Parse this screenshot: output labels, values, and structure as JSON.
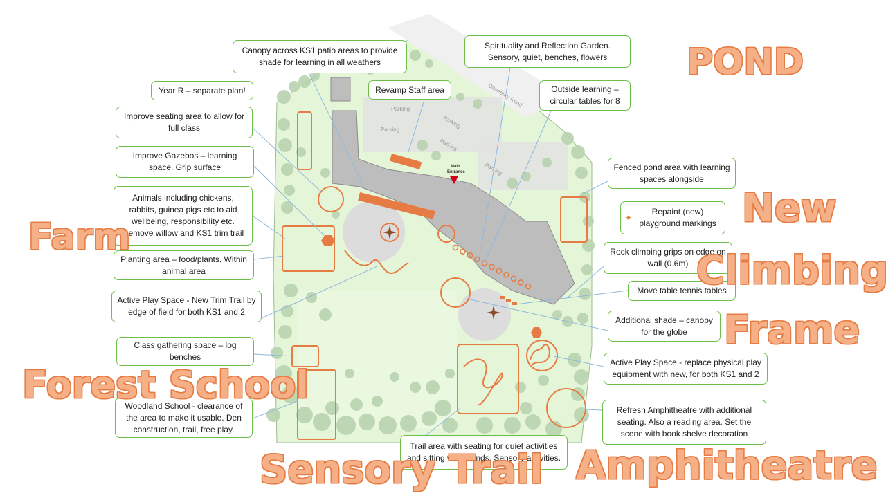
{
  "map": {
    "road_label": "Danebury Road",
    "parking_label": "Parking",
    "entrance_label_line1": "Main",
    "entrance_label_line2": "Entrance"
  },
  "callouts": {
    "canopy_ks1": "Canopy across KS1 patio areas to provide shade for learning in all weathers",
    "spirituality_garden": "Spirituality and Reflection Garden. Sensory, quiet, benches, flowers",
    "year_r": "Year R – separate plan!",
    "revamp_staff": "Revamp Staff area",
    "outside_learning": "Outside learning – circular tables for 8",
    "improve_seating": "Improve seating area to allow for full class",
    "improve_gazebos": "Improve Gazebos – learning space. Grip surface",
    "fenced_pond": "Fenced pond area with learning spaces alongside",
    "animals": "Animals including chickens, rabbits, guinea pigs etc to aid wellbeing, responsibility etc. Remove willow and KS1 trim trail",
    "repaint_markings": "Repaint (new) playground markings",
    "planting": "Planting area – food/plants. Within animal area",
    "rock_climbing": "Rock climbing grips on edge on wall (0.6m)",
    "table_tennis": "Move table tennis tables",
    "trim_trail": "Active Play Space - New Trim Trail by edge of field for both KS1 and 2",
    "additional_shade": "Additional shade – canopy for the globe",
    "class_gathering": "Class gathering space – log benches",
    "replace_equipment": "Active Play Space - replace physical play equipment with new, for both KS1 and 2",
    "woodland_school": "Woodland School - clearance of the area to make it usable. Den construction, trail, free play.",
    "amphitheatre_refresh": "Refresh Amphitheatre with additional seating. Also a reading area. Set the scene with book shelve decoration",
    "trail_seating": "Trail area with seating for quiet activities and sitting with friends. Sensory activities."
  },
  "big_labels": {
    "pond": "POND",
    "farm": "Farm",
    "new": "New",
    "climbing": "Climbing",
    "frame": "Frame",
    "forest_school": "Forest School",
    "sensory_trail": "Sensory Trail",
    "amphitheatre": "Amphitheatre"
  },
  "colors": {
    "orange_accent": "#e67c43",
    "big_label_fill": "#f6b088",
    "grass": "#e4f5d8",
    "tree": "#b9d3b0",
    "building": "#bdbdbd",
    "callout_border": "#6cc04a",
    "leader_line": "#8fb8dc"
  }
}
